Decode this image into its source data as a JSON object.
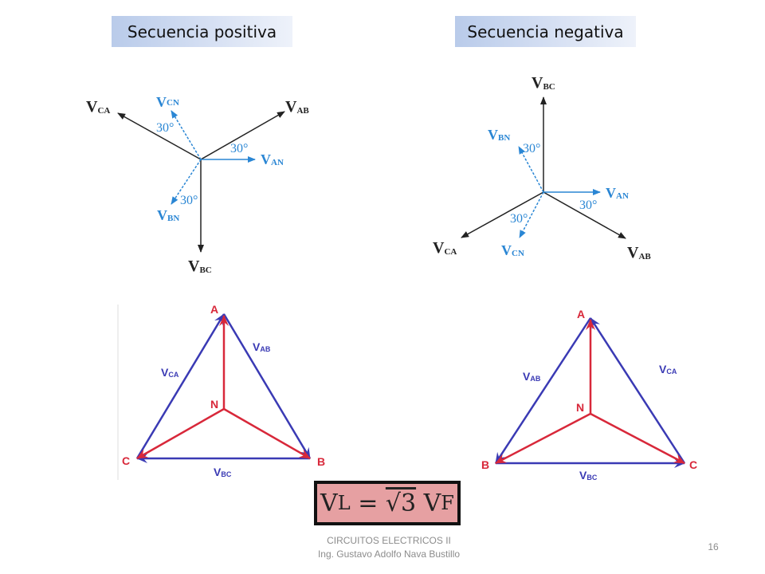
{
  "titles": {
    "positive": "Secuencia positiva",
    "negative": "Secuencia negativa"
  },
  "positive_phasor": {
    "labels": {
      "vca": "V",
      "vca_sub": "CA",
      "vcn": "V",
      "vcn_sub": "CN",
      "vab": "V",
      "vab_sub": "AB",
      "van": "V",
      "van_sub": "AN",
      "vbn": "V",
      "vbn_sub": "BN",
      "vbc": "V",
      "vbc_sub": "BC"
    },
    "angles": [
      "30°",
      "30°",
      "30°"
    ]
  },
  "negative_phasor": {
    "labels": {
      "vbc": "V",
      "vbc_sub": "BC",
      "vbn": "V",
      "vbn_sub": "BN",
      "van": "V",
      "van_sub": "AN",
      "vca": "V",
      "vca_sub": "CA",
      "vcn": "V",
      "vcn_sub": "CN",
      "vab": "V",
      "vab_sub": "AB"
    },
    "angles": [
      "30°",
      "30°",
      "30°"
    ]
  },
  "positive_triangle": {
    "nodes": {
      "a": "A",
      "b": "B",
      "c": "C",
      "n": "N"
    },
    "sides": {
      "vab": "V",
      "vab_sub": "AB",
      "vca": "V",
      "vca_sub": "CA",
      "vbc": "V",
      "vbc_sub": "BC"
    }
  },
  "negative_triangle": {
    "nodes": {
      "a": "A",
      "b": "B",
      "c": "C",
      "n": "N"
    },
    "sides": {
      "vab": "V",
      "vab_sub": "AB",
      "vca": "V",
      "vca_sub": "CA",
      "vbc": "V",
      "vbc_sub": "BC"
    }
  },
  "formula": {
    "lhs": "V",
    "lhs_sub": "L",
    "eq": " = ",
    "root": "√3",
    "rhs": " V",
    "rhs_sub": "F"
  },
  "footer": {
    "line1": "CIRCUITOS ELECTRICOS II",
    "line2": "Ing. Gustavo Adolfo Nava Bustillo"
  },
  "page_number": "16",
  "colors": {
    "black": "#222222",
    "blue_light": "#2a86d4",
    "blue_tri": "#3a3ab4",
    "red_tri": "#d8283a"
  }
}
